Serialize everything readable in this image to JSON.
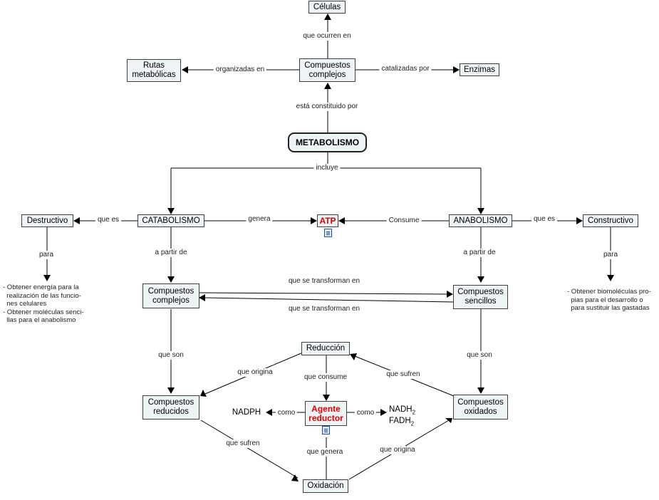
{
  "nodes": {
    "celulas": "Células",
    "compuestos_complejos_top": "Compuestos complejos",
    "rutas_metabolicas": "Rutas metabólicas",
    "enzimas": "Enzimas",
    "metabolismo": "METABOLISMO",
    "destructivo": "Destructivo",
    "catabolismo": "CATABOLISMO",
    "atp": "ATP",
    "anabolismo": "ANABOLISMO",
    "constructivo": "Constructivo",
    "compuestos_complejos": "Compuestos complejos",
    "compuestos_sencillos": "Compuestos sencillos",
    "reduccion": "Reducción",
    "compuestos_reducidos": "Compuestos reducidos",
    "agente_reductor": "Agente reductor",
    "compuestos_oxidados": "Compuestos oxidados",
    "nadph": "NADPH",
    "nadh2": "NADH",
    "fadh2": "FADH",
    "subscript_two": "2",
    "oxidacion": "Oxidación"
  },
  "links": {
    "que_ocurren_en": "que ocurren en",
    "organizadas_en": "organizadas en",
    "catalizadas_por": "catalizadas por",
    "esta_constituido_por": "está constituido por",
    "incluye": "incluye",
    "que_es_left": "que es",
    "genera": "genera",
    "consume": "Consume",
    "que_es_right": "que es",
    "para_left": "para",
    "para_right": "para",
    "a_partir_de_left": "a partir de",
    "a_partir_de_right": "a partir de",
    "que_se_transforman_en_top": "que se transforman en",
    "que_se_transforman_en_bottom": "que se transforman en",
    "que_son_left": "que son",
    "que_son_right": "que son",
    "que_origina_top": "que origina",
    "que_consume": "que consume",
    "que_sufren_top": "que sufren",
    "como_left": "como",
    "como_right": "como",
    "que_sufren_bottom": "que sufren",
    "que_genera": "que genera",
    "que_origina_bottom": "que origina"
  },
  "notes": {
    "destructivo": "- Obtener energía para la\n  realización de las funcio-\n  nes celulares\n- Obtener moléculas senci-\n  llas para el anabolismo",
    "constructivo": "- Obtener biomoléculas pro-\n  pias para el desarrollo o\n  para sustituir las gastadas"
  },
  "icons": [
    "atp-document-icon",
    "agente-reductor-document-icon"
  ]
}
